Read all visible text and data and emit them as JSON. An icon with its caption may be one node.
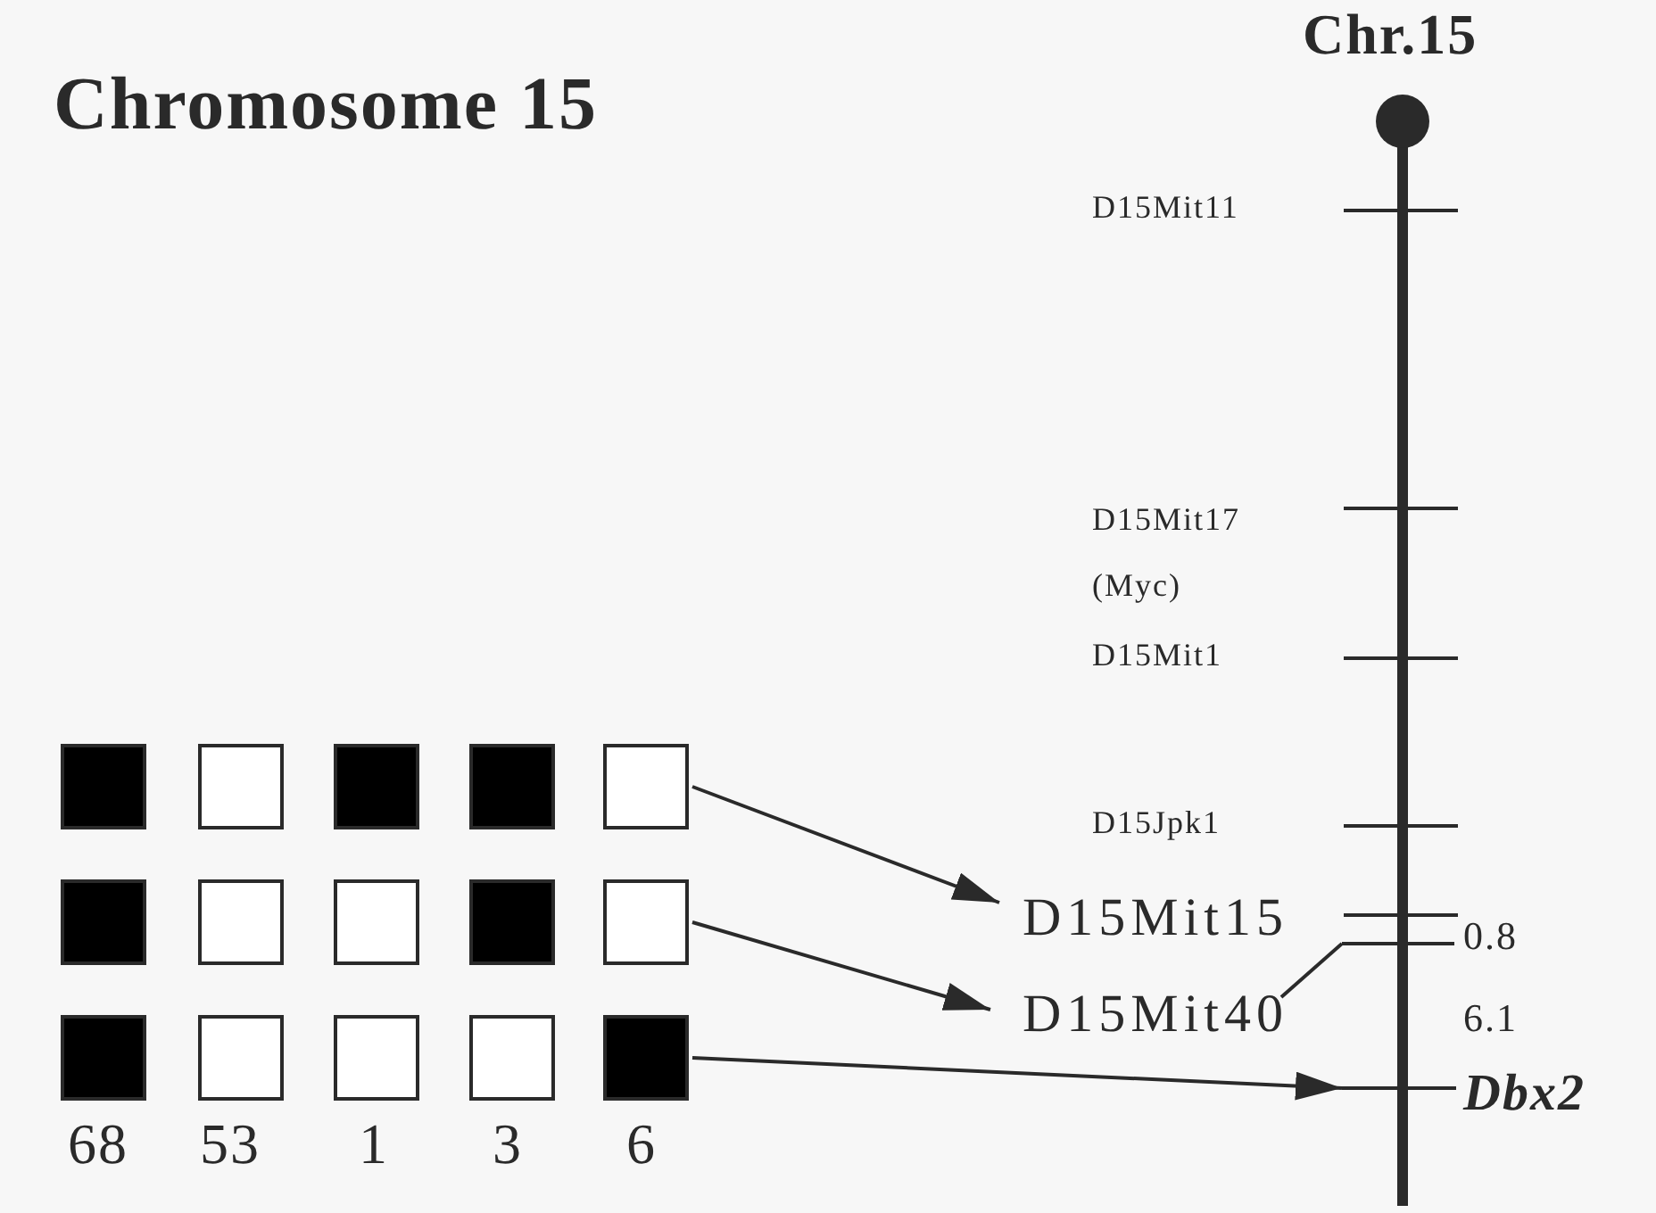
{
  "diagram": {
    "title": "Chromosome 15",
    "nodes": [
      {
        "text": [],
        "shape": "box"
      },
      {
        "text": [],
        "shape": "box"
      },
      {
        "text": [],
        "shape": "box"
      },
      {
        "text": [],
        "shape": "box"
      },
      {
        "text": [],
        "shape": "box"
      },
      {
        "text": [],
        "shape": "box"
      },
      {
        "text": [],
        "shape": "box"
      },
      {
        "text": [],
        "shape": "box"
      },
      {
        "text": [],
        "shape": "box"
      },
      {
        "text": [],
        "shape": "box"
      },
      {
        "text": [],
        "shape": "box"
      },
      {
        "text": [],
        "shape": "box"
      },
      {
        "text": [],
        "shape": "box"
      },
      {
        "text": [],
        "shape": "box"
      },
      {
        "text": [],
        "shape": "box"
      },
      {
        "text": [
          "D15Mit15"
        ]
      },
      {
        "text": [
          "D15Mit40"
        ]
      },
      {
        "text": [
          "Dbx2"
        ]
      },
      {
        "text": [],
        "shape": "bar"
      }
    ],
    "edges": [
      {
        "from": 4,
        "to": 15,
        "arrow": "to"
      },
      {
        "from": 9,
        "to": 16,
        "arrow": "to"
      },
      {
        "from": 14,
        "to": 17,
        "arrow": "to"
      },
      {
        "from": 16,
        "to": 18,
        "arrow": "none"
      }
    ],
    "labels": [
      "Chr.15",
      "D15Mit11",
      "D15Mit17 (Myc)",
      "D15Mit1",
      "D15Jpk1",
      "0.8",
      "6.1",
      "68",
      "53",
      "1",
      "3",
      "6"
    ]
  }
}
